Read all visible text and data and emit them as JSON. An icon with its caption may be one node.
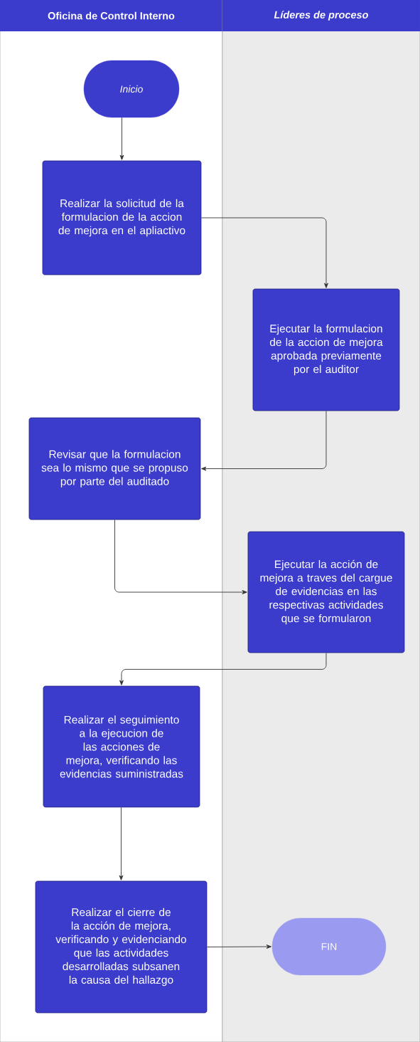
{
  "diagram": {
    "nodes": [
      {
        "text": [
          "Oficina de Control Interno"
        ]
      },
      {
        "text": [
          "Líderes de proceso"
        ]
      },
      {
        "text": [
          "Inicio"
        ],
        "in": 0
      },
      {
        "text": [
          "Realizar la solicitud de la formulacion de la accion de mejora en el apliactivo"
        ],
        "in": 0
      },
      {
        "text": [
          "Ejecutar la formulacion de  la accion de mejora aprobada previamente por el auditor"
        ],
        "in": 1
      },
      {
        "text": [
          "Revisar que la formulacion sea lo mismo que se propuso por parte del auditado"
        ],
        "in": 0
      },
      {
        "text": [
          "Ejecutar la acción de mejora a traves del cargue de evidencias en las respectivas actividades que se formularon"
        ],
        "in": 1
      },
      {
        "text": [
          "Realizar el seguimiento a la ejecucion de las acciones de mejora, verificando las evidencias suministradas"
        ],
        "in": 0
      },
      {
        "text": [
          "Realizar el cierre de la acción de mejora, verificando  y evidenciando que las actividades desarrolladas subsanen la causa del hallazgo"
        ],
        "in": 0
      },
      {
        "text": [
          "FIN"
        ],
        "in": 1
      }
    ],
    "edges": [
      {
        "from": 2,
        "to": 3,
        "arrow": "to"
      },
      {
        "from": 3,
        "to": 4,
        "arrow": "to"
      },
      {
        "from": 4,
        "to": 5,
        "arrow": "to"
      },
      {
        "from": 5,
        "to": 6,
        "arrow": "to"
      },
      {
        "from": 6,
        "to": 7,
        "arrow": "to"
      },
      {
        "from": 7,
        "to": 8,
        "arrow": "to"
      },
      {
        "from": 8,
        "to": 9,
        "arrow": "to"
      }
    ]
  }
}
